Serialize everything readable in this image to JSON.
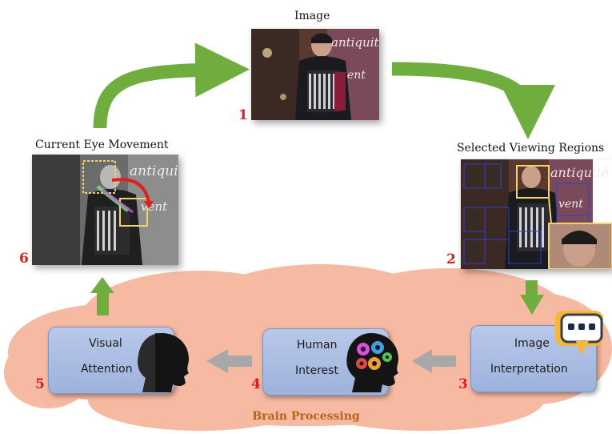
{
  "titles": {
    "image": "Image",
    "selected": "Selected Viewing Regions",
    "eye": "Current Eye Movement"
  },
  "photo_lettering": "antiquité ... vent",
  "steps": [
    {
      "number": "1"
    },
    {
      "number": "2"
    },
    {
      "number": "3",
      "line1": "Image",
      "line2": "Interpretation"
    },
    {
      "number": "4",
      "line1": "Human",
      "line2": "Interest"
    },
    {
      "number": "5",
      "line1": "Visual",
      "line2": "Attention"
    },
    {
      "number": "6"
    }
  ],
  "cloud_label": "Brain Processing",
  "icons": [
    "head-silhouette-icon",
    "head-gears-icon",
    "speech-bubble-icon"
  ],
  "colors": {
    "flow_arrow": "#6fae3e",
    "process_arrow": "#a8a8a8",
    "cloud": "#f6b9a1",
    "step_card": "#a9bbe2",
    "step_number": "#d42020",
    "cloud_label": "#b8621a"
  }
}
